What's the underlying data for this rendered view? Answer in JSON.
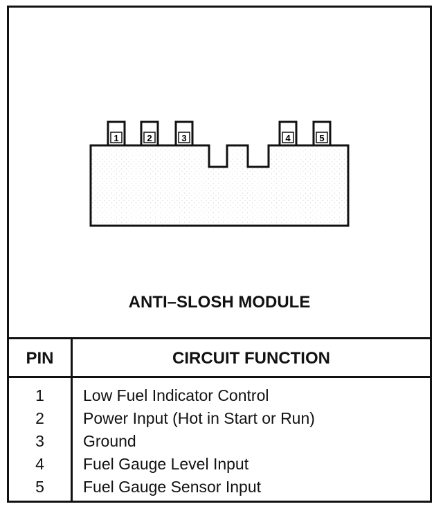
{
  "module": {
    "title": "ANTI–SLOSH MODULE",
    "pins": [
      "1",
      "2",
      "3",
      "4",
      "5"
    ]
  },
  "table": {
    "headers": {
      "pin": "PIN",
      "function": "CIRCUIT FUNCTION"
    },
    "rows": [
      {
        "pin": "1",
        "function": "Low Fuel Indicator Control"
      },
      {
        "pin": "2",
        "function": "Power Input (Hot in Start or Run)"
      },
      {
        "pin": "3",
        "function": "Ground"
      },
      {
        "pin": "4",
        "function": "Fuel Gauge Level Input"
      },
      {
        "pin": "5",
        "function": "Fuel Gauge Sensor Input"
      }
    ]
  }
}
